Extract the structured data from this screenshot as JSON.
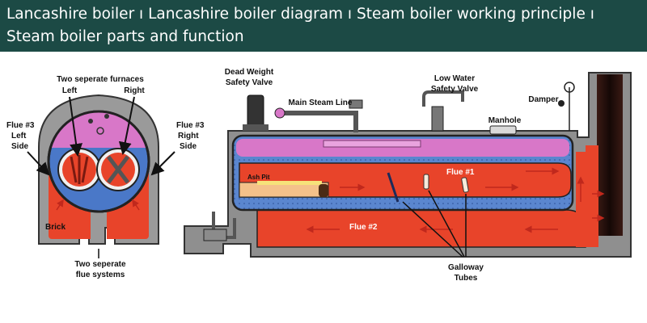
{
  "title": "Lancashire boiler ı Lancashire boiler diagram ı Steam boiler working principle ı Steam boiler parts and function",
  "labels": {
    "two_furnaces_line1": "Two seperate furnaces",
    "left": "Left",
    "right": "Right",
    "flue3_left_l1": "Flue #3",
    "flue3_left_l2": "Left",
    "flue3_left_l3": "Side",
    "flue3_right_l1": "Flue #3",
    "flue3_right_l2": "Right",
    "flue3_right_l3": "Side",
    "brick": "Brick",
    "flue_systems_l1": "Two seperate",
    "flue_systems_l2": "flue systems",
    "dead_weight_l1": "Dead Weight",
    "dead_weight_l2": "Safety Valve",
    "main_steam_line": "Main Steam Line",
    "low_water_l1": "Low Water",
    "low_water_l2": "Safety Valve",
    "damper": "Damper",
    "manhole": "Manhole",
    "ash_pit": "Ash Pit",
    "flue1": "Flue #1",
    "flue2": "Flue #2",
    "galloway_l1": "Galloway",
    "galloway_l2": "Tubes"
  },
  "colors": {
    "banner_bg": "#1c4a45",
    "flue_red": "#e8442a",
    "water_blue": "#4a78c8",
    "steam_pink": "#d877c8",
    "brick_gray": "#9a9a9a"
  }
}
